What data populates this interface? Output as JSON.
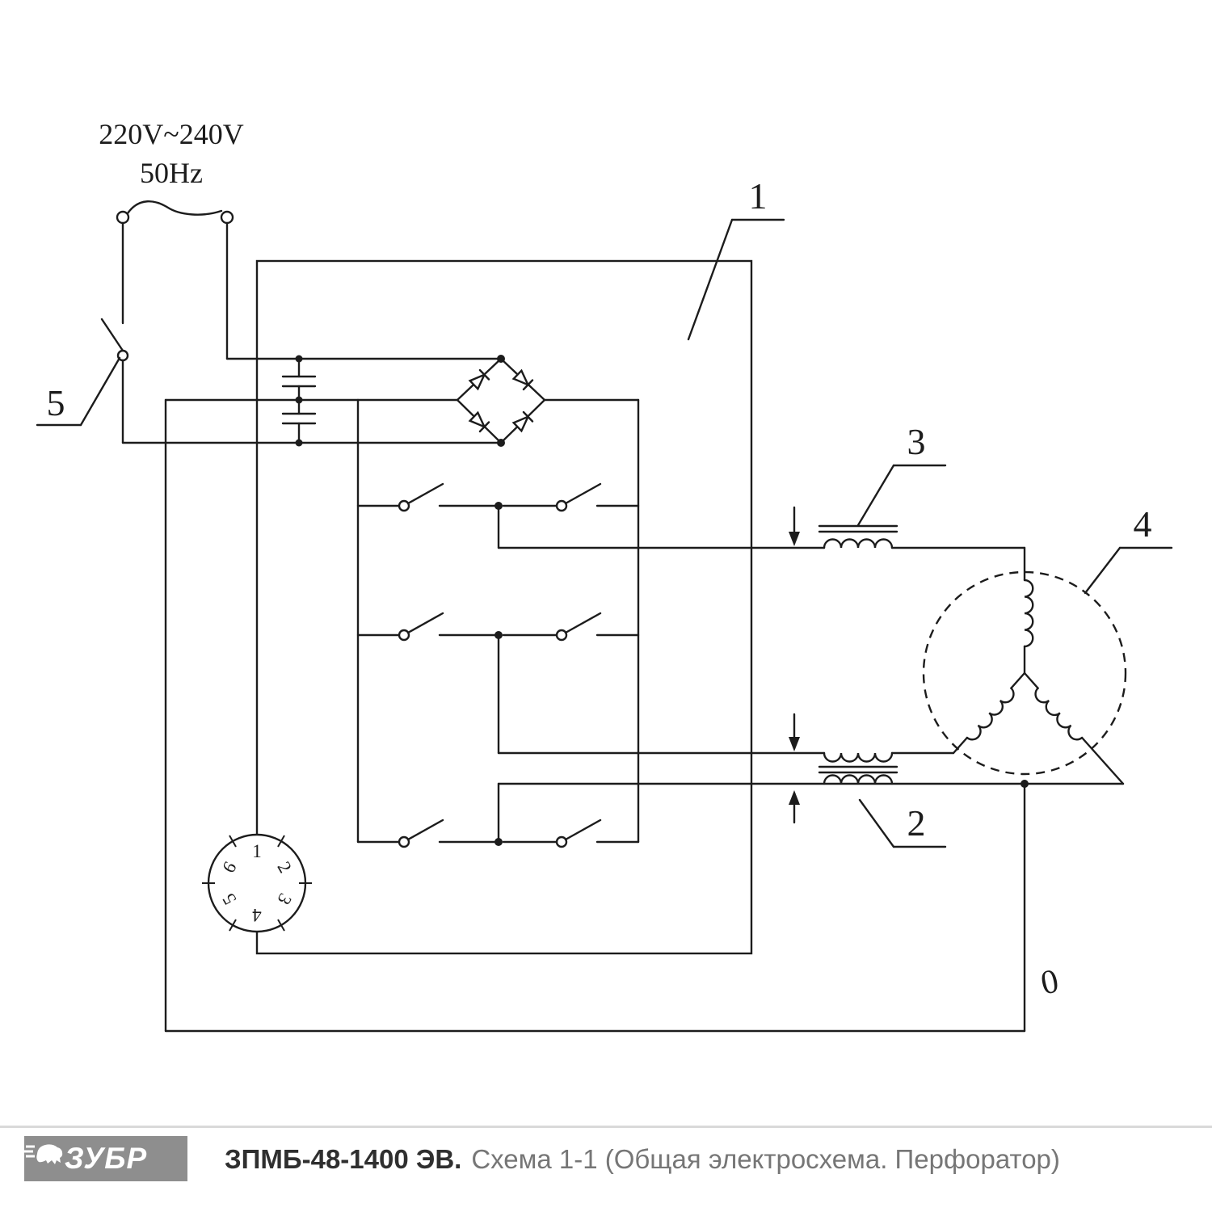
{
  "diagram": {
    "power": {
      "voltage": "220V~240V",
      "frequency": "50Hz"
    },
    "callouts": {
      "main_unit": "1",
      "speed_coil": "2",
      "main_coil": "3",
      "motor": "4",
      "power_switch": "5"
    },
    "neutral_mark": "0",
    "connector_pins": [
      "1",
      "2",
      "3",
      "4",
      "5",
      "6"
    ]
  },
  "footer": {
    "brand": "ЗУБР",
    "model": "ЗПМБ-48-1400 ЭВ.",
    "subtitle": "Схема 1-1 (Общая электросхема. Перфоратор)"
  },
  "colors": {
    "line": "#1c1c1c",
    "footer_bar": "#8e8e8e",
    "separator": "#d9d9d9",
    "model_text": "#2f2f2f",
    "subtitle_text": "#767676"
  }
}
